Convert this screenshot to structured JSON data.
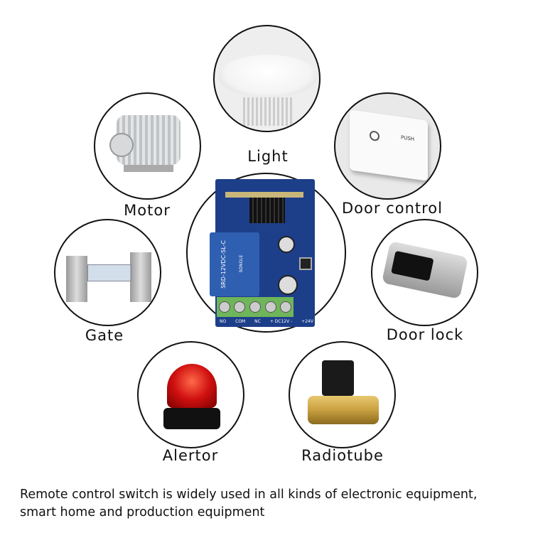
{
  "devices": [
    {
      "id": "light",
      "label": "Light"
    },
    {
      "id": "motor",
      "label": "Motor"
    },
    {
      "id": "door-control",
      "label": "Door control"
    },
    {
      "id": "gate",
      "label": "Gate"
    },
    {
      "id": "door-lock",
      "label": "Door lock"
    },
    {
      "id": "alertor",
      "label": "Alertor"
    },
    {
      "id": "radiotube",
      "label": "Radiotube"
    }
  ],
  "board": {
    "relay_text": "SRD-12VDC-SL-C",
    "relay_brand": "SONGLE",
    "terminals": [
      "NO",
      "COM",
      "NC",
      "+ DC12V -",
      "+24V"
    ]
  },
  "door_control": {
    "button_text": "PUSH"
  },
  "caption": {
    "line1": "Remote control switch is widely used in all kinds of electronic equipment,",
    "line2": "smart home and production equipment"
  },
  "colors": {
    "board": "#1d3f8a",
    "relay": "#2f5fb0",
    "terminal": "#6fb55a",
    "alert_red": "#d01010",
    "brass": "#c9a040"
  }
}
